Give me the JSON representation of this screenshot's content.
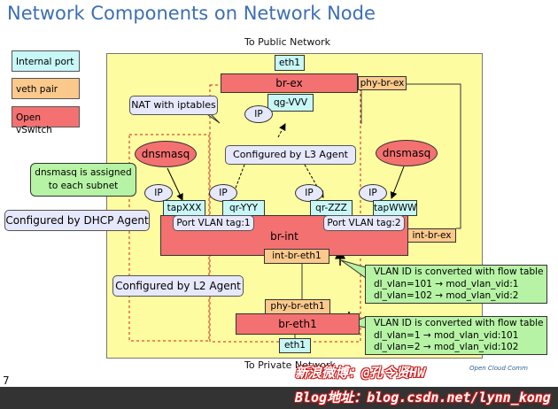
{
  "title": "Network Components on Network Node",
  "legend": {
    "internal_port": "Internal port",
    "veth_pair": "veth pair",
    "open_vswitch": "Open vSwitch"
  },
  "labels": {
    "public_network": "To Public Network",
    "private_network": "To Private Network",
    "page_number": "7"
  },
  "ports": {
    "eth1_top": "eth1",
    "eth1_bottom": "eth1",
    "qg": "qg-VVV",
    "tap_xxx": "tapXXX",
    "qr_yyy": "qr-YYY",
    "qr_zzz": "qr-ZZZ",
    "tap_www": "tapWWW"
  },
  "bridges": {
    "br_ex": "br-ex",
    "br_int": "br-int",
    "br_eth1": "br-eth1"
  },
  "veths": {
    "phy_br_ex": "phy-br-ex",
    "int_br_ex": "int-br-ex",
    "int_br_eth1": "int-br-eth1",
    "phy_br_eth1": "phy-br-eth1"
  },
  "ip": "IP",
  "dnsmasq": "dnsmasq",
  "notes": {
    "nat": "NAT with iptables",
    "l3_agent": "Configured by L3 Agent",
    "dhcp_agent": "Configured by DHCP Agent",
    "l2_agent": "Configured by L2 Agent",
    "vlan_tag_1": "Port VLAN tag:1",
    "vlan_tag_2": "Port VLAN tag:2"
  },
  "callouts": {
    "dnsmasq_line1": "dnsmasq is assigned",
    "dnsmasq_line2": "to each subnet",
    "upper_line1": "VLAN ID is converted with flow table",
    "upper_line2": "dl_vlan=101 → mod_vlan_vid:1",
    "upper_line3": "dl_vlan=102 → mod_vlan_vid:2",
    "lower_line1": "VLAN ID is converted with flow table",
    "lower_line2": "dl_vlan=1 → mod_vlan_vid:101",
    "lower_line3": "dl_vlan=2 → mod_vlan_vid:102"
  },
  "watermark": {
    "line1": "新浪微博：@孔令贤HW",
    "line2": "Blog地址：blog.csdn.net/lynn_kong",
    "logo": "Open Cloud Comm"
  },
  "colors": {
    "title": "#3d6fb3",
    "internal_port": "#c8f7f7",
    "veth_pair": "#fbc98b",
    "open_vswitch": "#f47171",
    "host_area": "#fefca0",
    "note": "#e6e8fb",
    "callout": "#b6f3a4"
  }
}
